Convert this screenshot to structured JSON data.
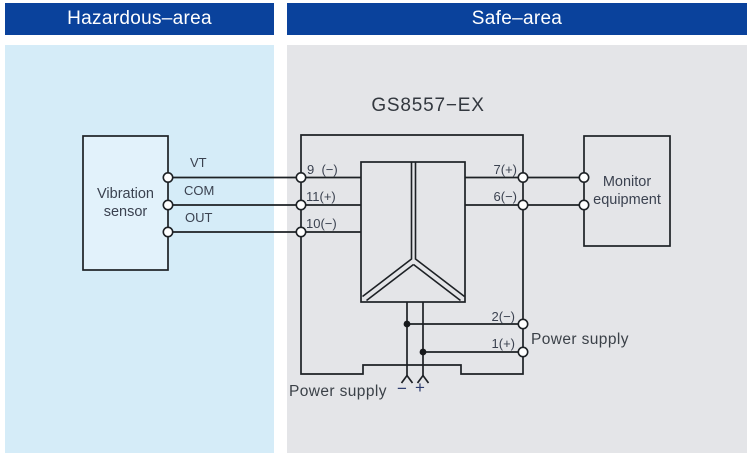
{
  "headers": {
    "hazardous": "Hazardous–area",
    "safe": "Safe–area"
  },
  "device": {
    "title": "GS8557−EX"
  },
  "sensor": {
    "label": "Vibration\nsensor",
    "wires": [
      "VT",
      "COM",
      "OUT"
    ]
  },
  "monitor": {
    "label": "Monitor\nequipment"
  },
  "terminals": {
    "left": [
      "9  (−)",
      "11(+)",
      "10(−)"
    ],
    "right": [
      "7(+)",
      "6(−)"
    ],
    "power": [
      "2(−)",
      "1(+)"
    ]
  },
  "power": {
    "label_right": "Power supply",
    "label_bottom": "Power supply",
    "minus": "−",
    "plus": "+"
  },
  "colors": {
    "header_bg": "#0a429c",
    "header_text": "#ffffff",
    "hazardous_panel": "#d5ecf8",
    "safe_panel": "#e4e5e8",
    "sensor_fill": "#e2f2fb",
    "line": "#1d2125",
    "label_text": "#3b4250",
    "polarity_text": "#2c3b6d"
  }
}
